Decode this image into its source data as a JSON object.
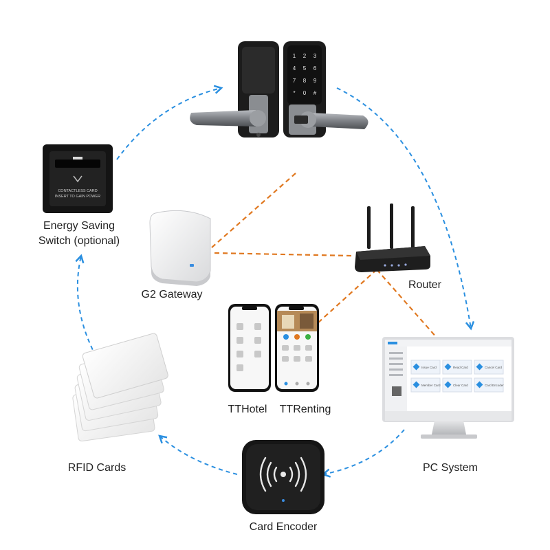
{
  "labels": {
    "energy_switch": [
      "Energy Saving",
      "Switch (optional)"
    ],
    "gateway": "G2 Gateway",
    "router": "Router",
    "tthotel": "TTHotel",
    "ttrenting": "TTRenting",
    "pc_system": "PC System",
    "rfid_cards": "RFID Cards",
    "card_encoder": "Card Encoder"
  },
  "device_text": {
    "energy_switch_print": [
      "CONTACTLESS CARD",
      "INSERT TO GAIN POWER"
    ],
    "keypad_keys": [
      "1",
      "2",
      "3",
      "4",
      "5",
      "6",
      "7",
      "8",
      "9",
      "*",
      "0",
      "#"
    ]
  },
  "pc_screen": {
    "tiles": [
      "Issue Card",
      "Read Card",
      "Cancel Card",
      "Member Card",
      "Clear Card",
      "Card Encoder"
    ]
  },
  "colors": {
    "blue_flow": "#2a8fe0",
    "orange_link": "#e07820",
    "device_dark": "#1e1e1e",
    "device_white": "#f2f2f2"
  }
}
